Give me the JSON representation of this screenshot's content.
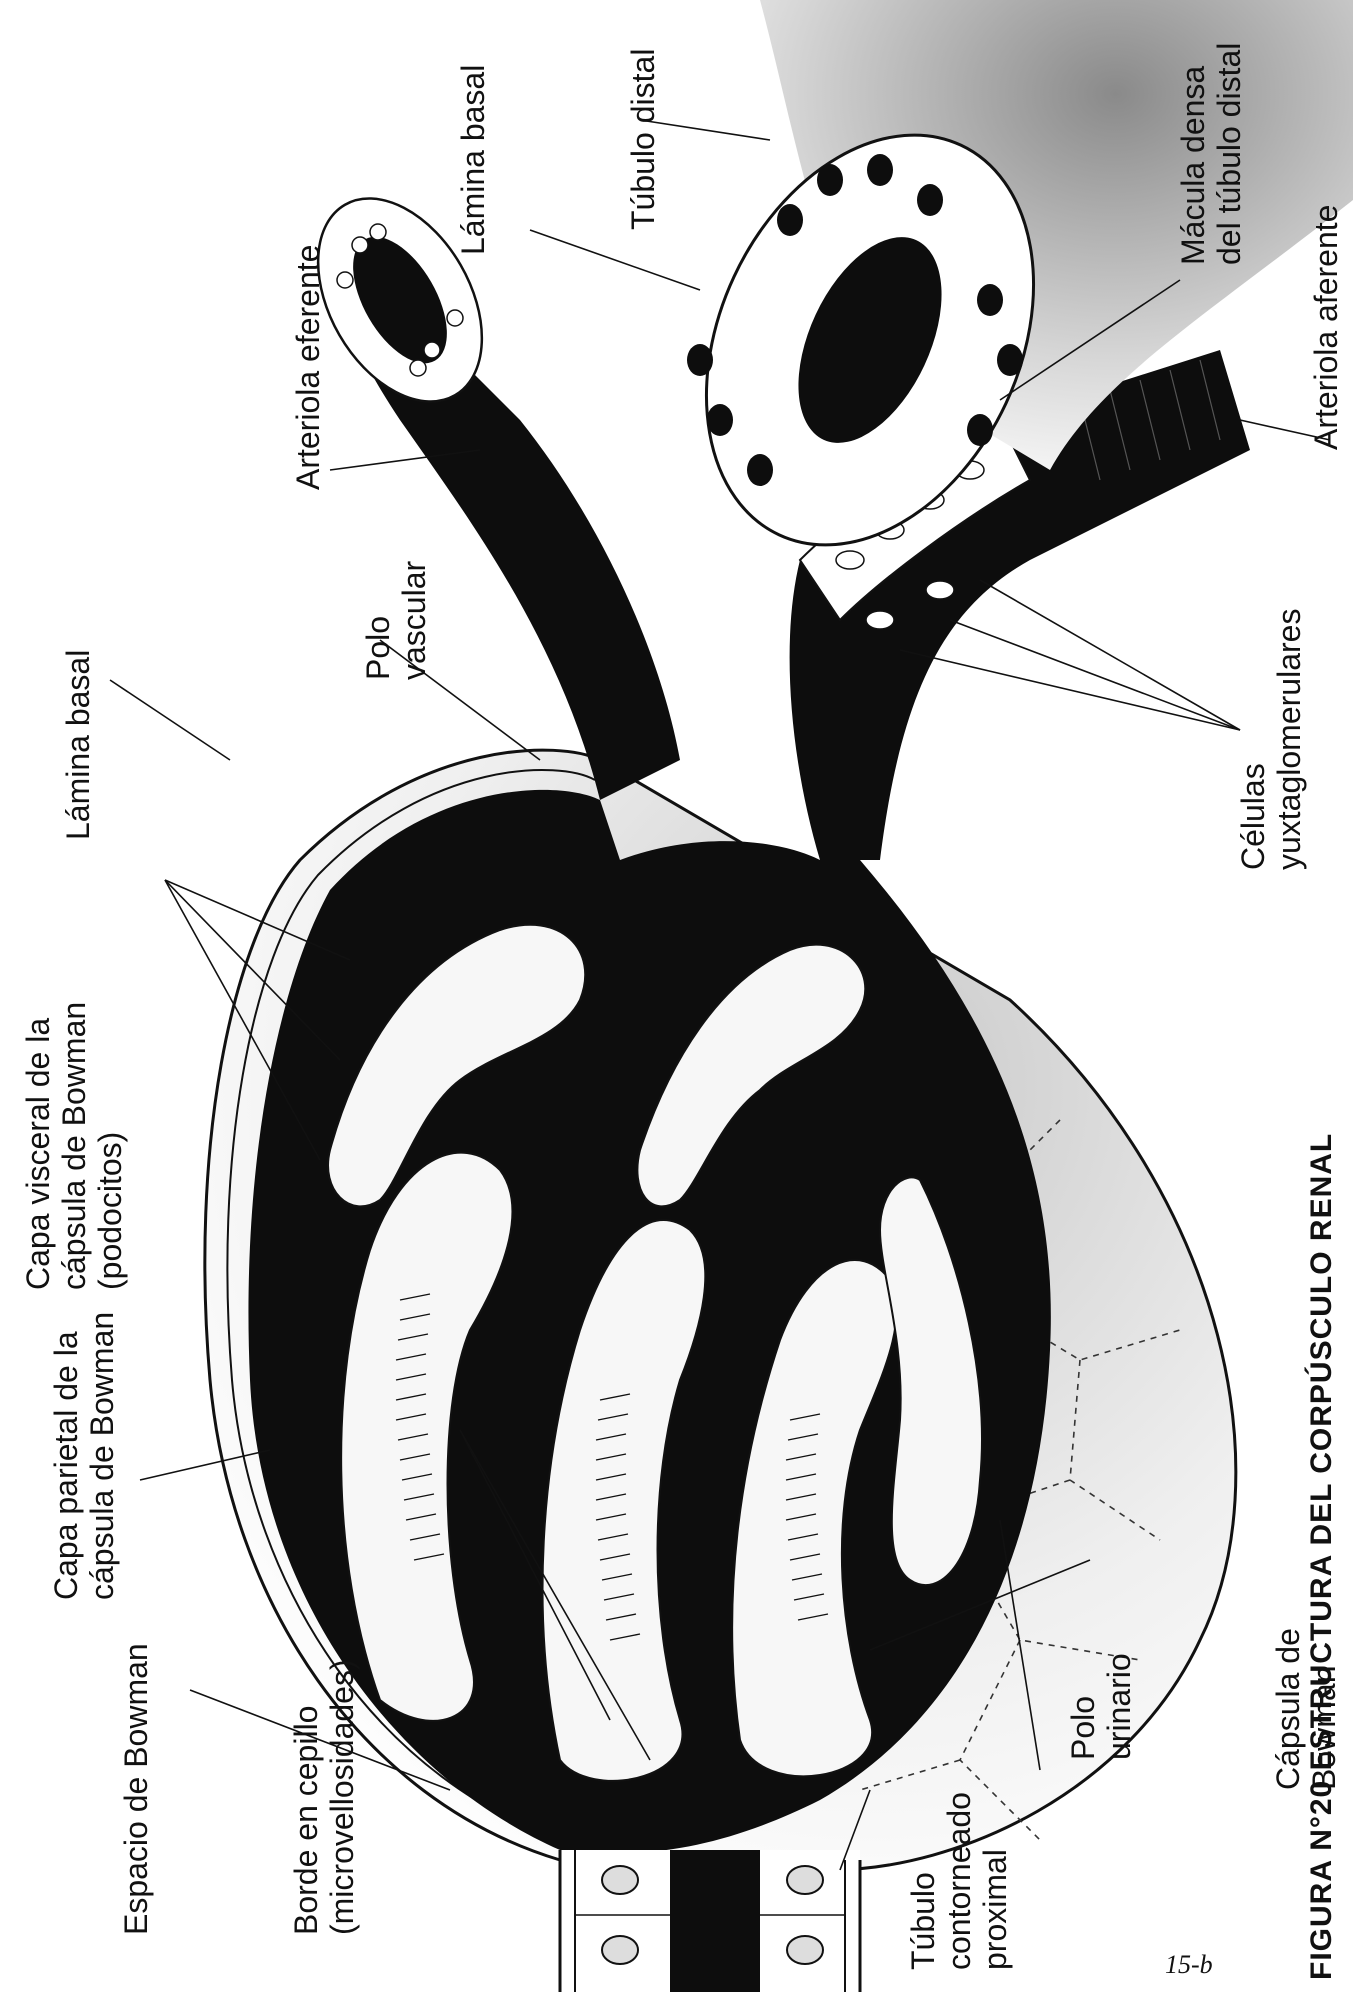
{
  "diagram": {
    "labels": {
      "capa_visceral": [
        "Capa visceral de la",
        "cápsula de Bowman",
        "(podocitos)"
      ],
      "capa_parietal": [
        "Capa parietal de la",
        "cápsula de Bowman"
      ],
      "espacio_bowman": [
        "Espacio de Bowman"
      ],
      "borde_cepillo": [
        "Borde en cepillo",
        "(microvellosidades)"
      ],
      "tubulo_proximal": [
        "Túbulo",
        "contorneado",
        "proximal"
      ],
      "lamina_basal_1": [
        "Lámina basal"
      ],
      "polo_vascular": [
        "Polo",
        "vascular"
      ],
      "arteriola_eferente": [
        "Arteriola eferente"
      ],
      "lamina_basal_2": [
        "Lámina basal"
      ],
      "tubulo_distal": [
        "Túbulo distal"
      ],
      "macula_densa": [
        "Mácula densa",
        "del túbulo distal"
      ],
      "arteriola_aferente": [
        "Arteriola aferente"
      ],
      "celulas_yuxta": [
        "Células",
        "yuxtaglomerulares"
      ],
      "polo_urinario": [
        "Polo",
        "urinario"
      ],
      "capsula_bowman": [
        "Cápsula de",
        "Bowman"
      ]
    },
    "caption": "FIGURA N°20 ESTRUCTURA DEL CORPÚSCULO RENAL",
    "page_number": "15-b"
  }
}
